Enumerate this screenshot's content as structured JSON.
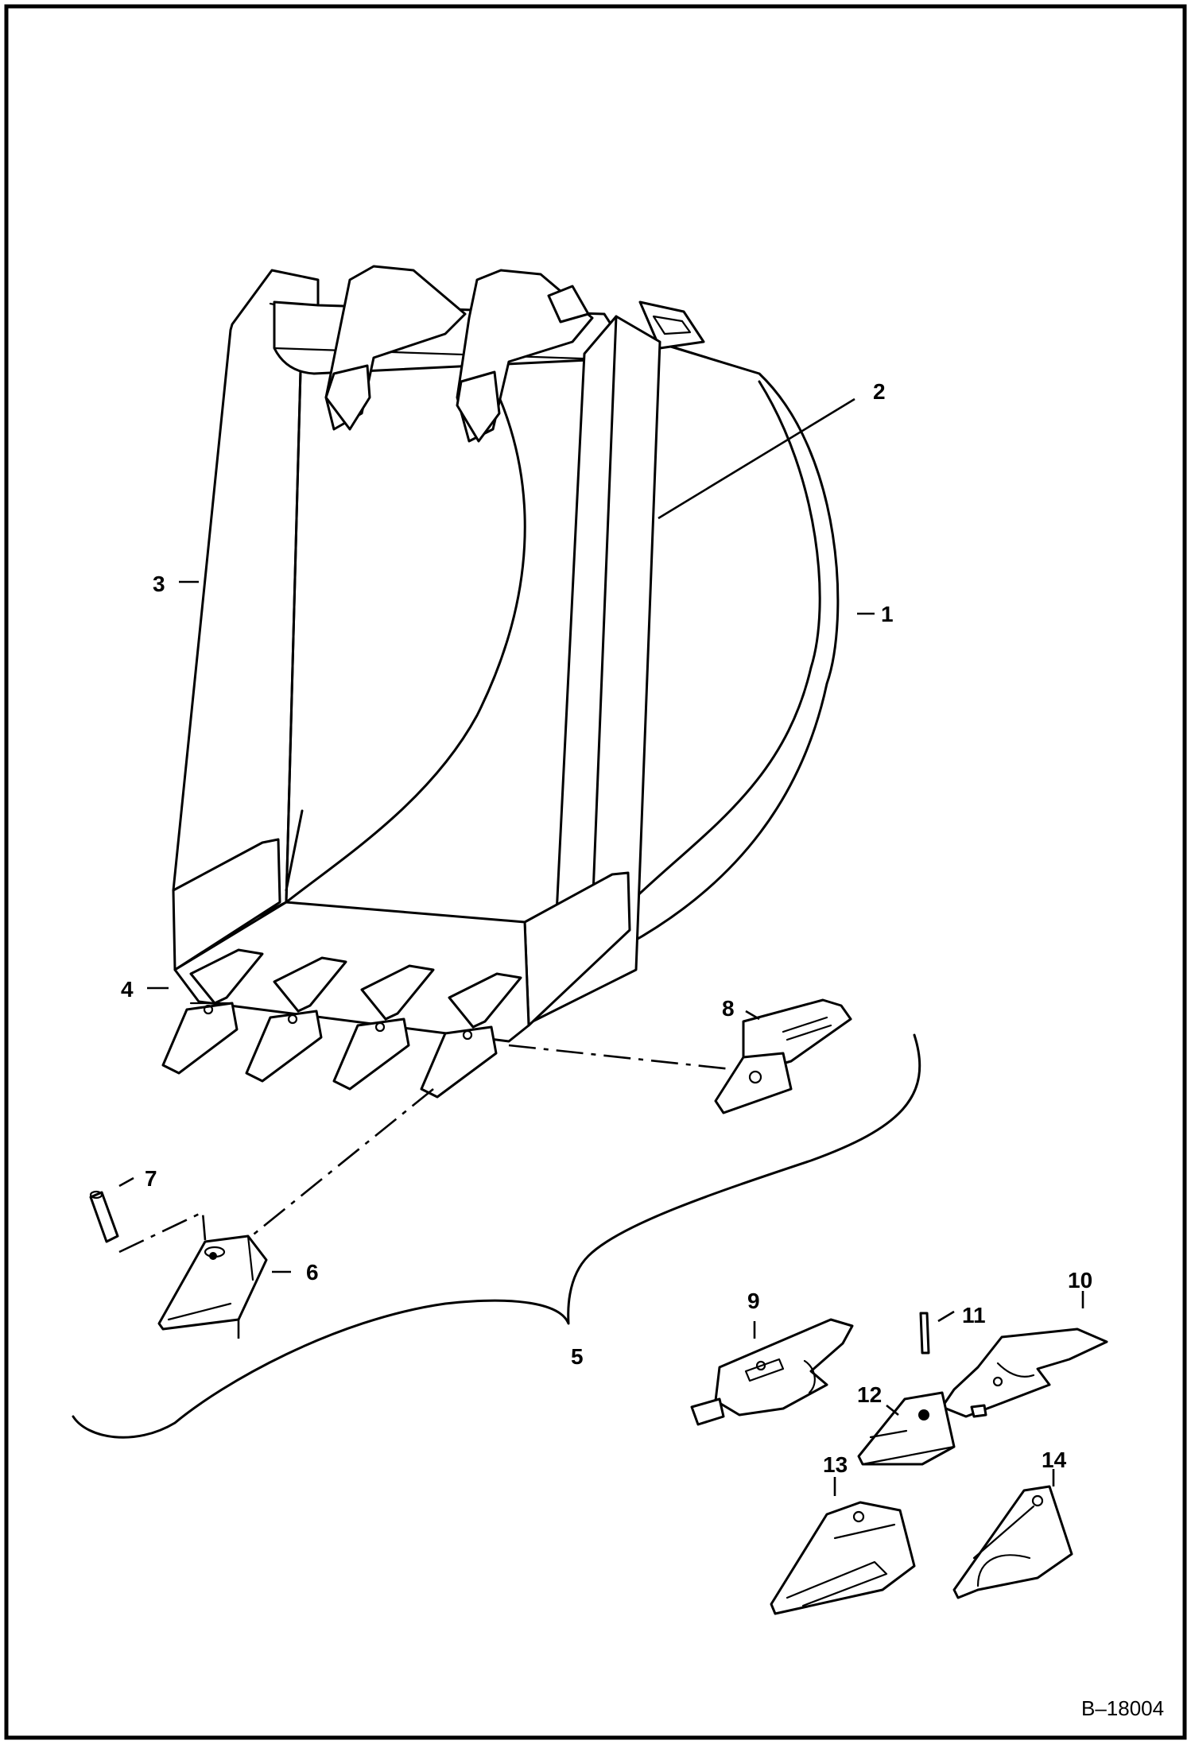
{
  "figure_id": "B–18004",
  "callouts": {
    "c1": "1",
    "c2": "2",
    "c3": "3",
    "c4": "4",
    "c5": "5",
    "c6": "6",
    "c7": "7",
    "c8": "8",
    "c9": "9",
    "c10": "10",
    "c11": "11",
    "c12": "12",
    "c13": "13",
    "c14": "14"
  }
}
